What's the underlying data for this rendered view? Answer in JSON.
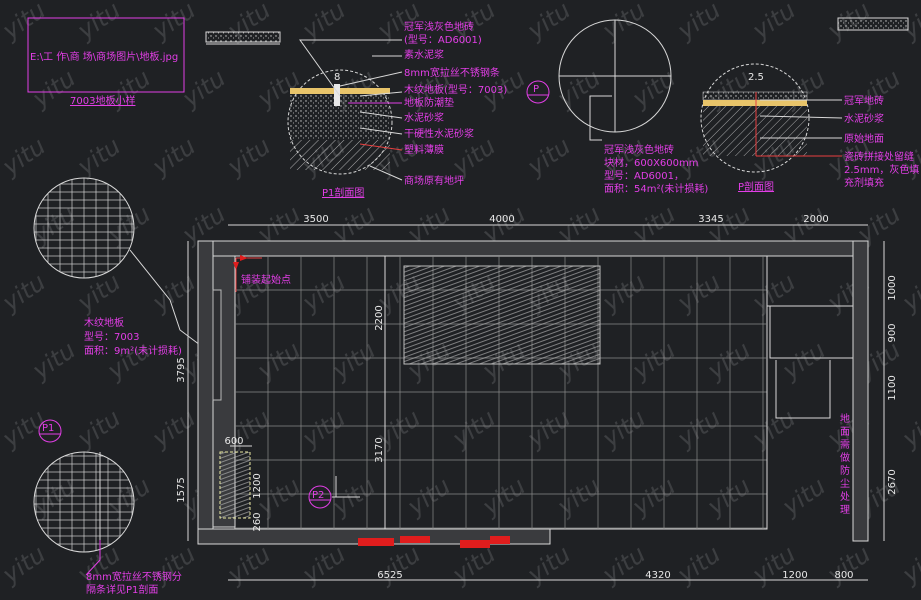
{
  "file_link": {
    "text": "E:\\工   作\\商   场\\商场图片\\地板.jpg"
  },
  "notes": {
    "floor_7003_small": "7003地板小样",
    "tile_spec_1": "冠军浅灰色地砖",
    "tile_spec_2": "(型号：AD6001)",
    "plain_cement": "素水泥浆",
    "strip_8mm": "8mm宽拉丝不锈钢条",
    "wood_floor_1": "木纹地板(型号：7003)",
    "wood_floor_2": "地板防潮垫",
    "cement_mortar": "水泥砂浆",
    "dry_mortar": "干硬性水泥砂浆",
    "plastic_film": "塑料薄膜",
    "orig_base": "商场原有地坪",
    "p1_title": "P1剖面图",
    "p_label": "P",
    "p1_label": "P1",
    "p2_label": "P2",
    "dim_8": "8",
    "dim_2_5": "2.5",
    "tile_desc_1": "冠军浅灰色地砖",
    "tile_desc_2": "块材，600X600mm",
    "tile_desc_3": "型号：AD6001，",
    "tile_desc_4": "面积：54m²(未计损耗)",
    "p_title": "P剖面图",
    "r_tile": "冠军地砖",
    "r_mortar": "水泥砂浆",
    "r_ground": "原始地面",
    "r_gap_1": "瓷砖拼接处留缝",
    "r_gap_2": "2.5mm，灰色填",
    "r_gap_3": "充剂填充",
    "wood_1": "木纹地板",
    "wood_2": "型号：7003",
    "wood_3": "面积：9m²(未计损耗)",
    "start_point": "铺装起始点",
    "dustproof": "地面需做防尘处理",
    "bottom_note_1": "8mm宽拉丝不锈钢分",
    "bottom_note_2": "隔条详见P1剖面"
  },
  "dimensions": {
    "top": [
      "3500",
      "4000",
      "3345",
      "2000"
    ],
    "bottom": [
      "6525",
      "4320",
      "1200",
      "800"
    ],
    "left": [
      "3795",
      "1575"
    ],
    "right": [
      "1000",
      "900",
      "1100",
      "2670"
    ],
    "inner": [
      "2200",
      "3170",
      "600",
      "1200",
      "260"
    ]
  },
  "watermark": "yitu",
  "colors": {
    "background": "#1f2124",
    "annotation": "#e23ee6",
    "line": "#d8d8d8",
    "accent": "#e84040"
  }
}
